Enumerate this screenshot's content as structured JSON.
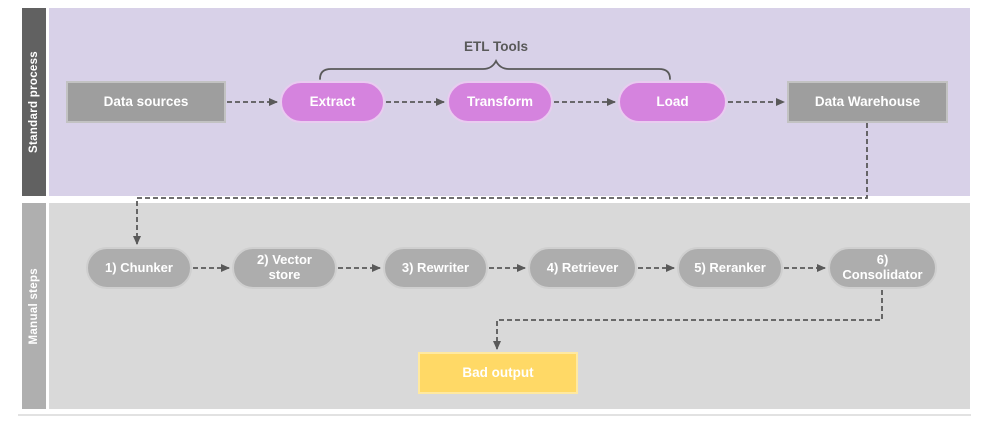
{
  "diagram": {
    "lanes": [
      {
        "label": "Standard process"
      },
      {
        "label": "Manual steps"
      }
    ],
    "etl_tools_label": "ETL Tools",
    "standard_process": {
      "data_sources": "Data sources",
      "extract": "Extract",
      "transform": "Transform",
      "load": "Load",
      "data_warehouse": "Data Warehouse"
    },
    "manual_steps": {
      "chunker": "1) Chunker",
      "vector_store": "2) Vector store",
      "rewriter": "3) Rewriter",
      "retriever": "4) Retriever",
      "reranker": "5) Reranker",
      "consolidator": "6) Consolidator",
      "bad_output": "Bad output"
    },
    "colors": {
      "standard_lane_bg": "#D8D1E8",
      "standard_band_bg": "#616161",
      "manual_lane_bg": "#D9D9D9",
      "manual_band_bg": "#AFAFAF",
      "etl_pill": "#D583DE",
      "gray_box": "#9E9E9E",
      "gray_pill": "#ADADAD",
      "bad_output_box": "#FFD966",
      "connector": "#595959"
    }
  }
}
